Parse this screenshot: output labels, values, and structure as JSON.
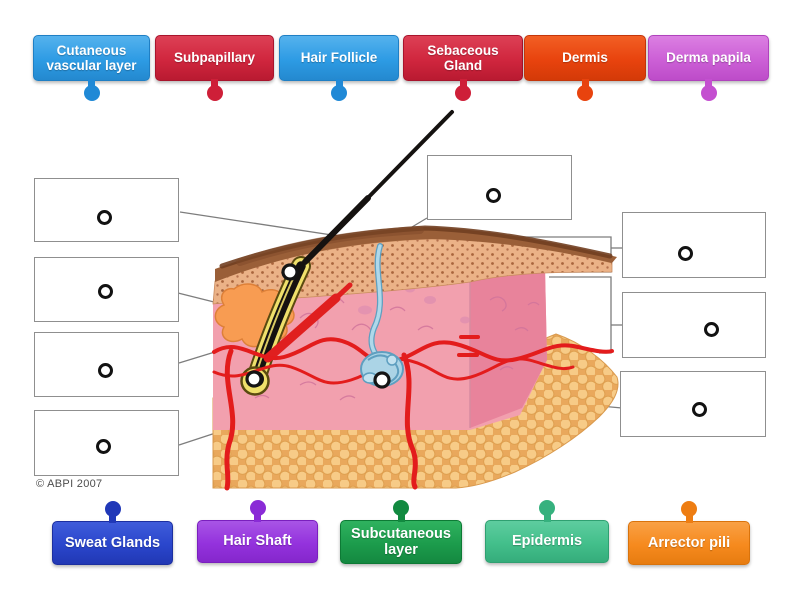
{
  "activity": {
    "type": "drag-and-drop-labelling",
    "copyright": "© ABPI 2007",
    "answer_slots": {
      "empty_box_count": 8,
      "diagram_marker_count": 3
    }
  },
  "labels": {
    "top": [
      {
        "text": "Cutaneous vascular layer",
        "color": "#2d9be4"
      },
      {
        "text": "Subpapillary",
        "color": "#d0263e"
      },
      {
        "text": "Hair Follicle",
        "color": "#2d9be4"
      },
      {
        "text": "Sebaceous Gland",
        "color": "#d0263e"
      },
      {
        "text": "Dermis",
        "color": "#e8430e"
      },
      {
        "text": "Derma papila",
        "color": "#cc5fd6"
      }
    ],
    "bottom": [
      {
        "text": "Sweat Glands",
        "color": "#2a46cc"
      },
      {
        "text": "Hair Shaft",
        "color": "#9432dd"
      },
      {
        "text": "Subcutaneous layer",
        "color": "#1c9c4c"
      },
      {
        "text": "Epidermis",
        "color": "#43bf8b"
      },
      {
        "text": "Arrector pili",
        "color": "#f68a1e"
      }
    ]
  }
}
